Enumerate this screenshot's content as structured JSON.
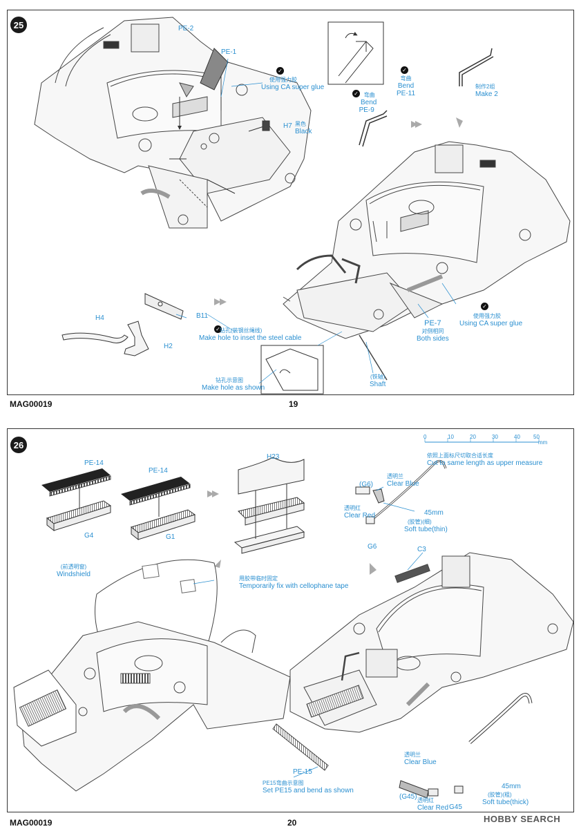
{
  "page1": {
    "step": "25",
    "code": "MAG00019",
    "page_number": "19",
    "labels": {
      "pe2": "PE-2",
      "pe1": "PE-1",
      "ca1_cn": "使用强力胶",
      "ca1_en": "Using CA super glue",
      "h7": "H7",
      "h7_cn": "黑色",
      "h7_en": "Black",
      "bend1_cn": "弯曲",
      "bend1_en": "Bend",
      "pe11": "PE-11",
      "bend2_cn": "弯曲",
      "bend2_en": "Bend",
      "pe9": "PE-9",
      "make2_cn": "制作2组",
      "make2_en": "Make 2",
      "h4": "H4",
      "b11": "B11",
      "h2": "H2",
      "hole_cn": "钻孔(装钢丝绳线)",
      "hole_en": "Make hole to inset the steel cable",
      "ca2_cn": "使用强力胶",
      "ca2_en": "Using CA super glue",
      "pe7": "PE-7",
      "pe7_cn": "对侧相同",
      "pe7_en": "Both sides",
      "shaft_cn": "(铁轴)",
      "shaft_en": "Shaft",
      "shown_cn": "钻孔示意图",
      "shown_en": "Make hole as shown"
    }
  },
  "page2": {
    "step": "26",
    "code": "MAG00019",
    "page_number": "20",
    "ruler": {
      "ticks": [
        "0",
        "10",
        "20",
        "30",
        "40",
        "50"
      ],
      "unit": "mm"
    },
    "labels": {
      "pe14a": "PE-14",
      "pe14b": "PE-14",
      "h23": "H23",
      "g4": "G4",
      "g1": "G1",
      "measure_cn": "依照上面标尺切取合适长度",
      "measure_en": "Cut to same length as upper measure",
      "g6_top": "(G6)",
      "clear_blue_cn": "透明兰",
      "clear_blue_en": "Clear Blue",
      "clear_red_cn": "透明红",
      "clear_red_en": "Clear Red",
      "len45a": "45mm",
      "soft_thin_cn": "(胶管)(细)",
      "soft_thin_en": "Soft tube(thin)",
      "g6": "G6",
      "windshield_cn": "(前透明窗)",
      "windshield_en": "Windshield",
      "tape_cn": "用胶带临时固定",
      "tape_en": "Temporarily fix with cellophane tape",
      "c3": "C3",
      "pe15": "PE-15",
      "pe15_cn": "PE15弯曲示意图",
      "pe15_en": "Set PE15 and bend as shown",
      "clear_blue2_cn": "透明兰",
      "clear_blue2_en": "Clear Blue",
      "g45_top": "(G45)",
      "clear_red2_cn": "透明红",
      "clear_red2_en": "Clear Red",
      "g45": "G45",
      "len45b": "45mm",
      "soft_thick_cn": "(胶管)(粗)",
      "soft_thick_en": "Soft tube(thick)"
    },
    "watermark": "HOBBY SEARCH"
  }
}
